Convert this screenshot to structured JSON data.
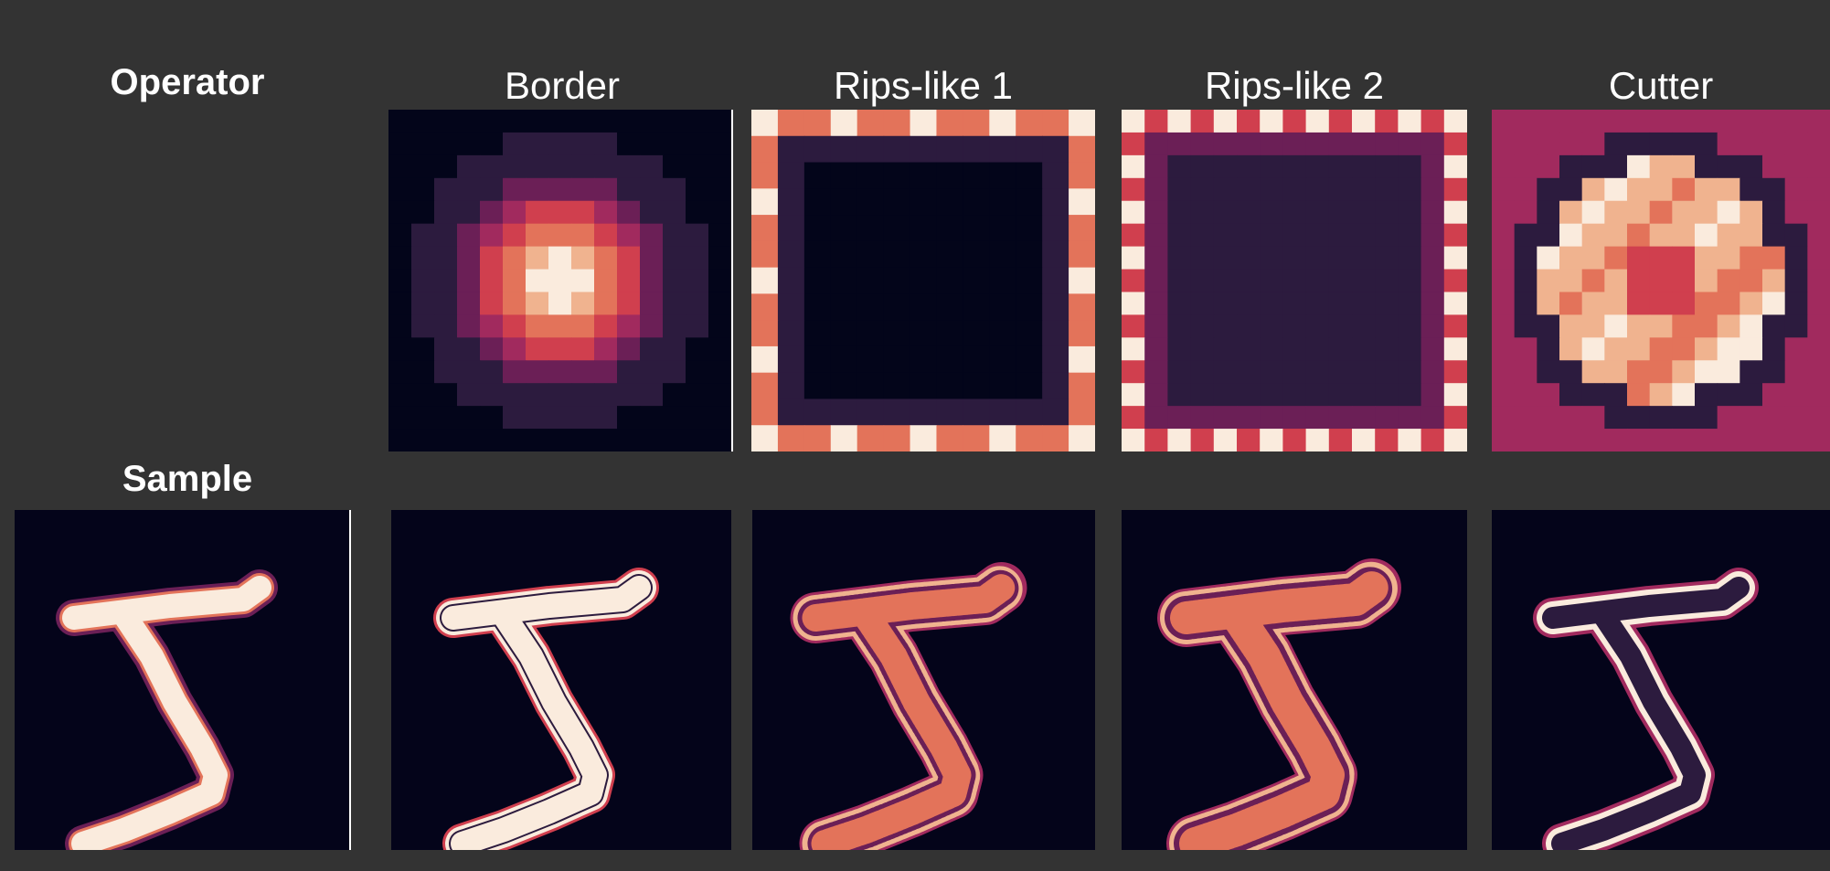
{
  "rows": {
    "operator_label": "Operator",
    "sample_label": "Sample"
  },
  "columns": [
    {
      "title": "Border"
    },
    {
      "title": "Rips-like 1"
    },
    {
      "title": "Rips-like 2"
    },
    {
      "title": "Cutter"
    }
  ],
  "colormap": [
    "#03051a",
    "#2c1b3e",
    "#6b1f56",
    "#a12a5e",
    "#d03f4e",
    "#e3735a",
    "#f0b38f",
    "#faebdd"
  ]
}
